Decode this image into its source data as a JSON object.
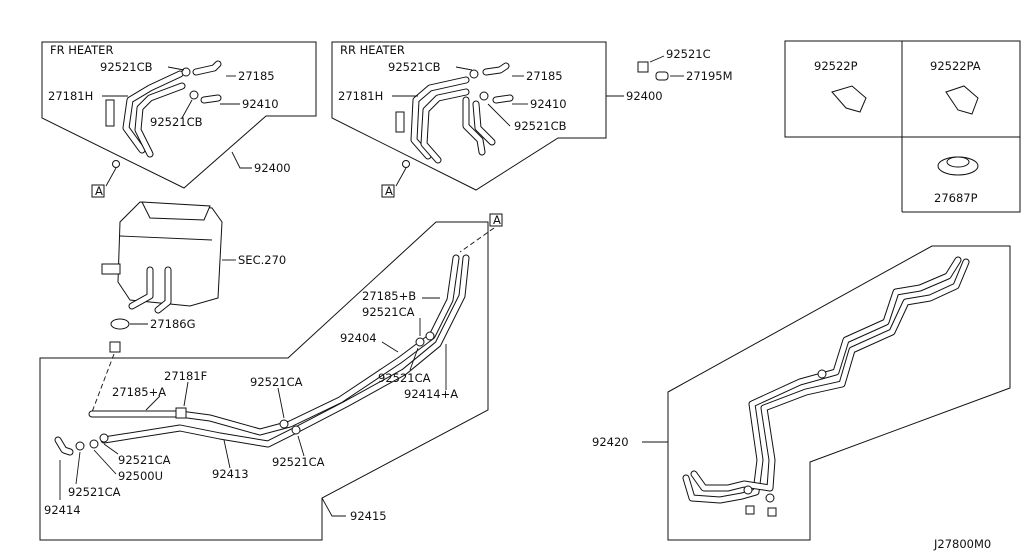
{
  "diagram": {
    "fr_heater_title": "FR HEATER",
    "rr_heater_title": "RR HEATER",
    "ref_marker": "A",
    "diagram_code": "J27800M0",
    "labels": {
      "fr_92521cb_top": "92521CB",
      "fr_27185": "27185",
      "fr_27181h": "27181H",
      "fr_92410": "92410",
      "fr_92521cb_bottom": "92521CB",
      "fr_92400": "92400",
      "rr_92521cb_top": "92521CB",
      "rr_27185": "27185",
      "rr_27181h": "27181H",
      "rr_92410": "92410",
      "rr_92521cb_bottom": "92521CB",
      "rr_92400": "92400",
      "p_92521c": "92521C",
      "p_27195m": "27195M",
      "p_92522p": "92522P",
      "p_92522pa": "92522PA",
      "p_27687p": "27687P",
      "sec270": "SEC.270",
      "p_27186g": "27186G",
      "p_27185b": "27185+B",
      "p_92521ca_upper": "92521CA",
      "p_92404": "92404",
      "p_92521ca_mid": "92521CA",
      "p_92414a": "92414+A",
      "p_27181f": "27181F",
      "p_27185a": "27185+A",
      "p_92521ca_left": "92521CA",
      "p_92521ca_center": "92521CA",
      "p_92500u": "92500U",
      "p_92521ca_bottomleft": "92521CA",
      "p_92413": "92413",
      "p_92521ca_bottom": "92521CA",
      "p_92414": "92414",
      "p_92415": "92415",
      "p_92420": "92420"
    }
  }
}
